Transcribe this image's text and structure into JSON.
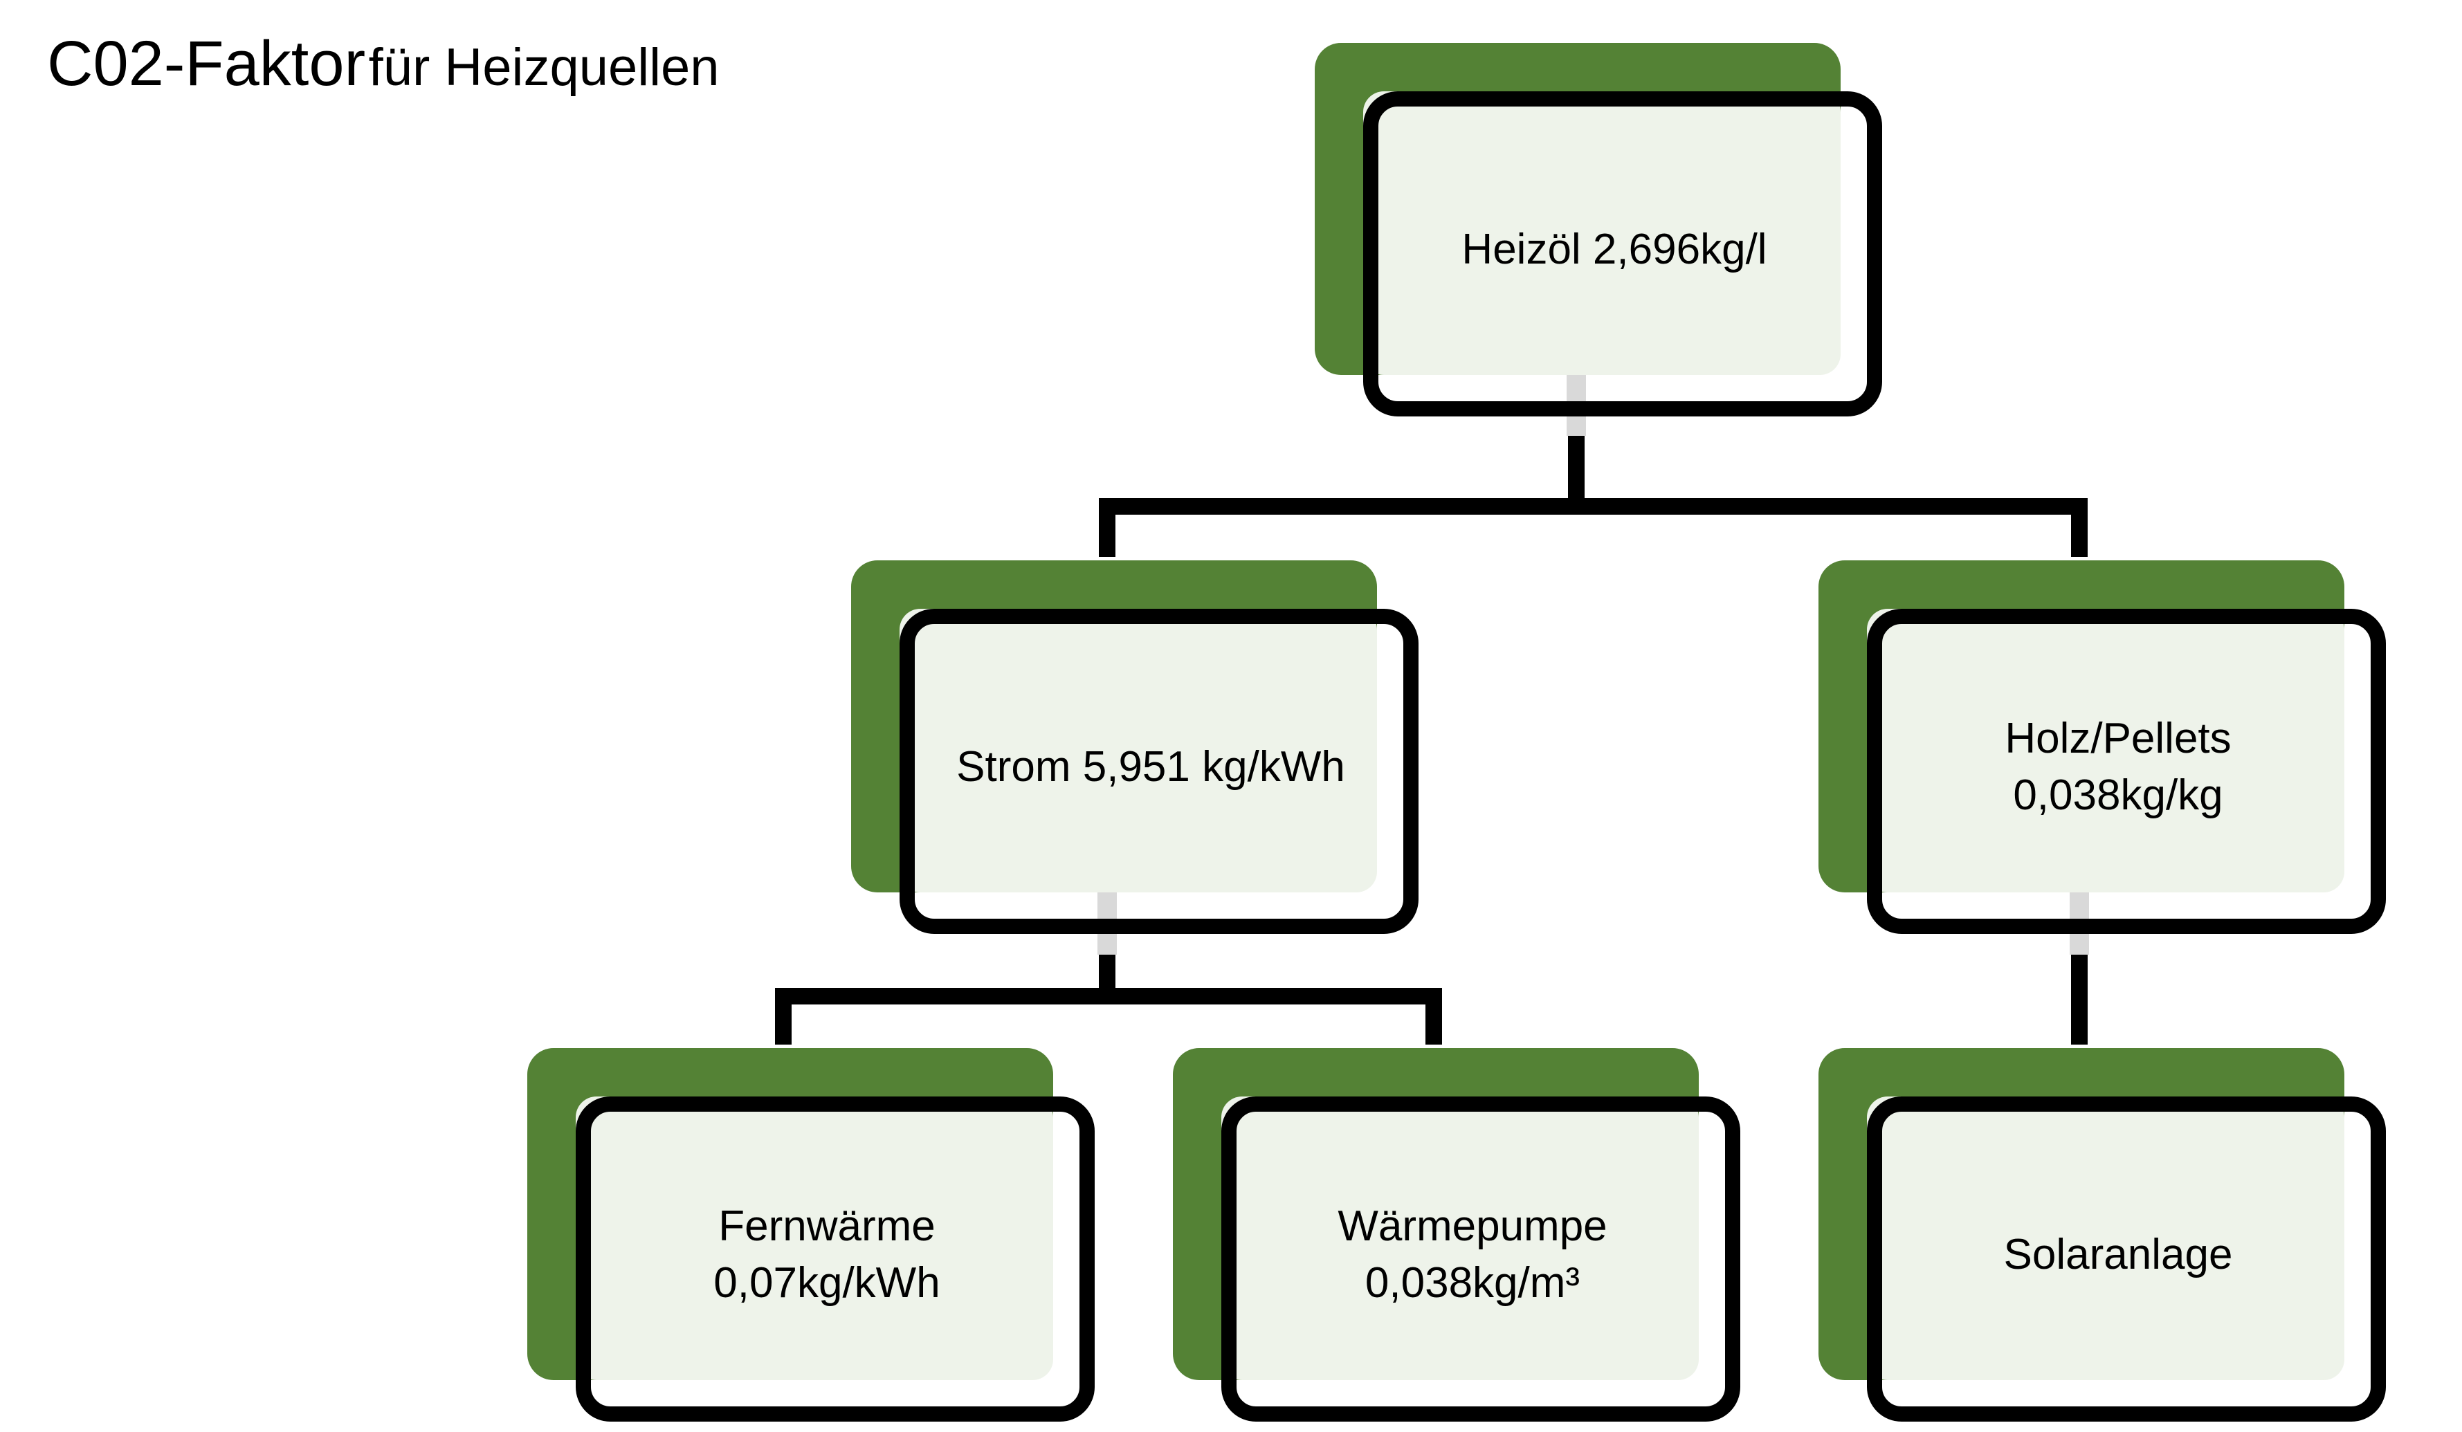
{
  "title": {
    "main": "C02-Faktor",
    "sub": "für Heizquellen"
  },
  "colors": {
    "accent_green": "#548235",
    "light_fill": "#eef3ea",
    "outline": "#000000",
    "connector": "#000000"
  },
  "nodes": [
    {
      "id": "heizoel",
      "label": "Heizöl 2,696kg/l",
      "parent": null
    },
    {
      "id": "strom",
      "label": "Strom 5,951 kg/kWh",
      "parent": "heizoel"
    },
    {
      "id": "holz",
      "label": "Holz/Pellets\n0,038kg/kg",
      "parent": "heizoel"
    },
    {
      "id": "fernwaerme",
      "label": "Fernwärme\n0,07kg/kWh",
      "parent": "strom"
    },
    {
      "id": "waermepumpe",
      "label": "Wärmepumpe\n0,038kg/m³",
      "parent": "strom"
    },
    {
      "id": "solar",
      "label": "Solaranlage",
      "parent": "holz"
    }
  ]
}
